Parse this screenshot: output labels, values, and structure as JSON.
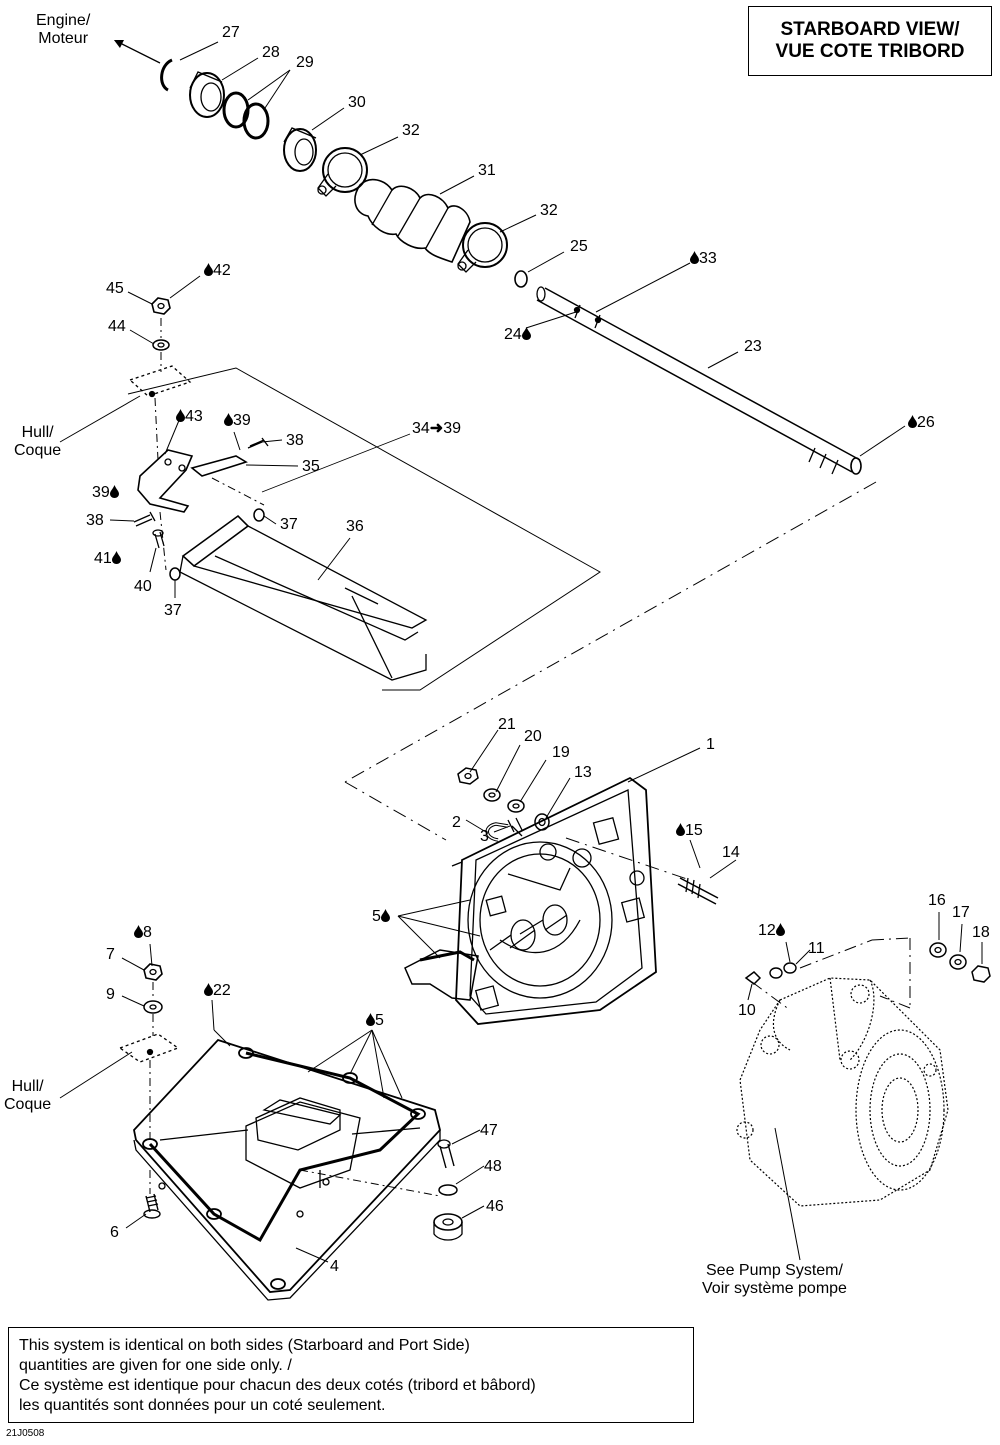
{
  "title": {
    "line1": "STARBOARD VIEW/",
    "line2": "VUE COTE TRIBORD"
  },
  "note": {
    "line1": "This system is identical on both sides (Starboard and Port Side)",
    "line2": "quantities are given for one side only. /",
    "line3": "Ce système est identique pour chacun des deux cotés (tribord et bâbord)",
    "line4": "les quantités sont données pour un coté seulement."
  },
  "doc_id": "21J0508",
  "labels": {
    "engine": "Engine/",
    "moteur": "Moteur",
    "hull": "Hull/",
    "coque": "Coque",
    "see_pump": "See Pump System/",
    "voir_pompe": "Voir système pompe",
    "range_34_39_a": "34",
    "range_34_39_b": "39"
  },
  "parts": {
    "p1": "1",
    "p2": "2",
    "p3": "3",
    "p4": "4",
    "p5": "5",
    "p6": "6",
    "p7": "7",
    "p8": "8",
    "p9": "9",
    "p10": "10",
    "p11": "11",
    "p12": "12",
    "p13": "13",
    "p14": "14",
    "p15": "15",
    "p16": "16",
    "p17": "17",
    "p18": "18",
    "p19": "19",
    "p20": "20",
    "p21": "21",
    "p22": "22",
    "p23": "23",
    "p24": "24",
    "p25": "25",
    "p26": "26",
    "p27": "27",
    "p28": "28",
    "p29": "29",
    "p30": "30",
    "p31": "31",
    "p32": "32",
    "p33": "33",
    "p35": "35",
    "p36": "36",
    "p37": "37",
    "p38": "38",
    "p39": "39",
    "p40": "40",
    "p41": "41",
    "p42": "42",
    "p43": "43",
    "p44": "44",
    "p45": "45",
    "p46": "46",
    "p47": "47",
    "p48": "48"
  }
}
